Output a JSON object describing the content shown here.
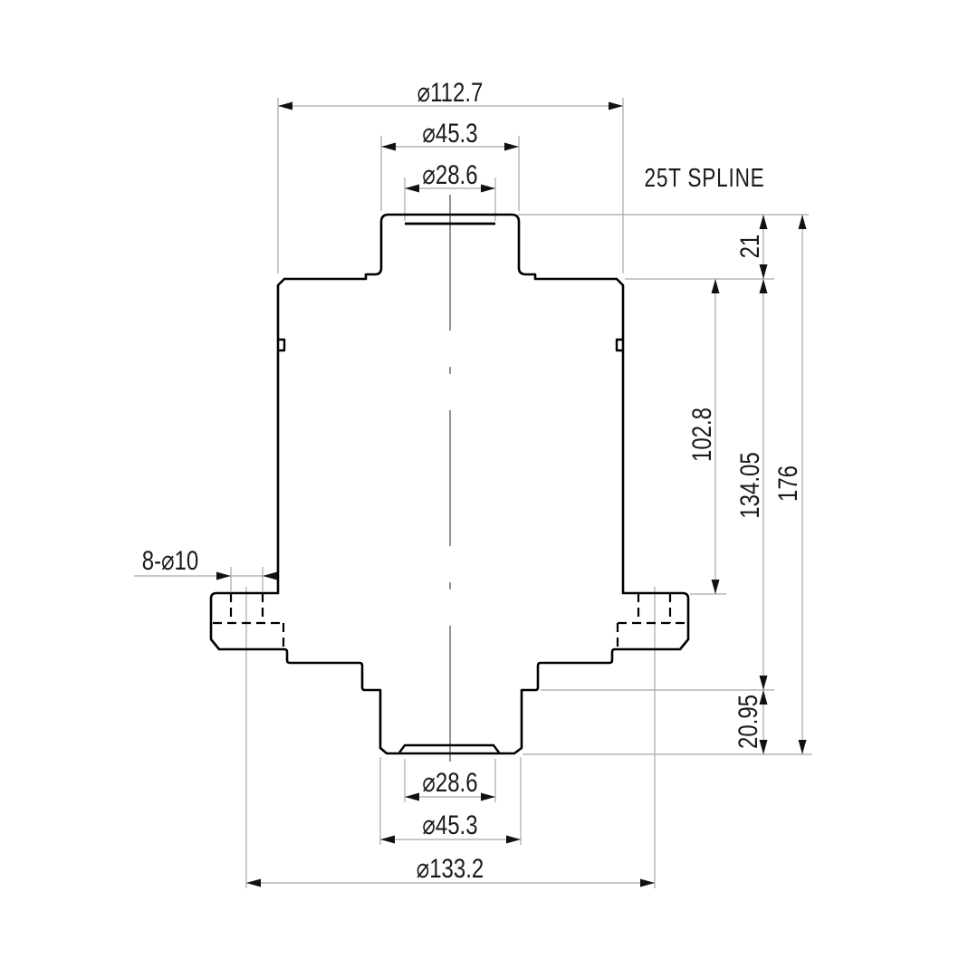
{
  "drawing": {
    "kind": "engineering-part-drawing",
    "view": "front-section-profile",
    "annotations": {
      "spline_note": "25T SPLINE",
      "hole_callout": "8-⌀10"
    },
    "dimensions": {
      "top_body_od": "⌀112.7",
      "top_boss_od": "⌀45.3",
      "top_bore": "⌀28.6",
      "spline_length": "21",
      "body_length": "102.8",
      "upper_length": "134.05",
      "total_length": "176",
      "bottom_boss_length": "20.95",
      "bottom_bore": "⌀28.6",
      "bottom_boss_od": "⌀45.3",
      "bolt_circle_dia": "⌀133.2"
    }
  },
  "colors": {
    "background": "#ffffff",
    "outline": "#000000",
    "thin_line": "#a8a8a8",
    "centerline": "#666666",
    "arrow": "#111111",
    "text": "#1a1a1a"
  }
}
